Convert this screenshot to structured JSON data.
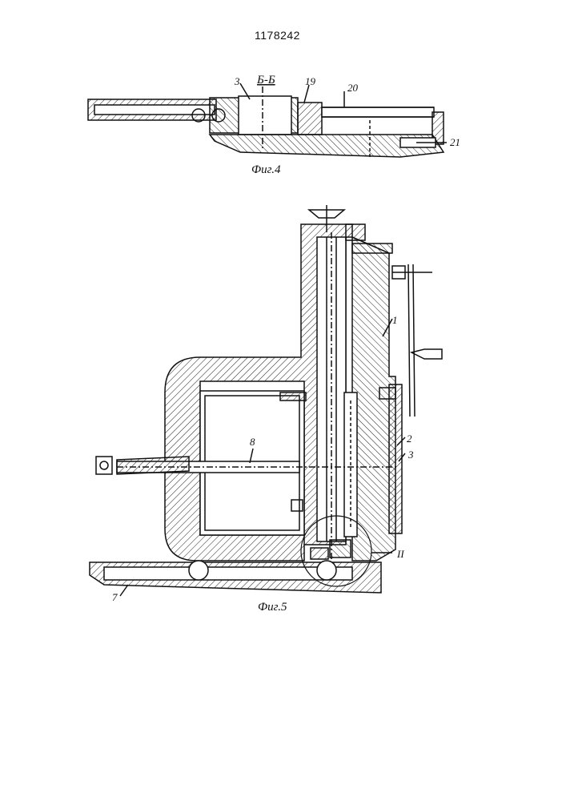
{
  "document": {
    "patent_number": "1178242"
  },
  "figure4": {
    "caption": "Фиг.4",
    "section_label": "Б-Б",
    "labels": {
      "part3": "3",
      "part19": "19",
      "part20": "20",
      "part21": "21"
    }
  },
  "figure5": {
    "caption": "Фиг.5",
    "labels": {
      "part1": "1",
      "part2": "2",
      "part3": "3",
      "part7": "7",
      "part8": "8",
      "detail": "II"
    }
  },
  "colors": {
    "ink": "#111111",
    "paper": "#ffffff"
  }
}
